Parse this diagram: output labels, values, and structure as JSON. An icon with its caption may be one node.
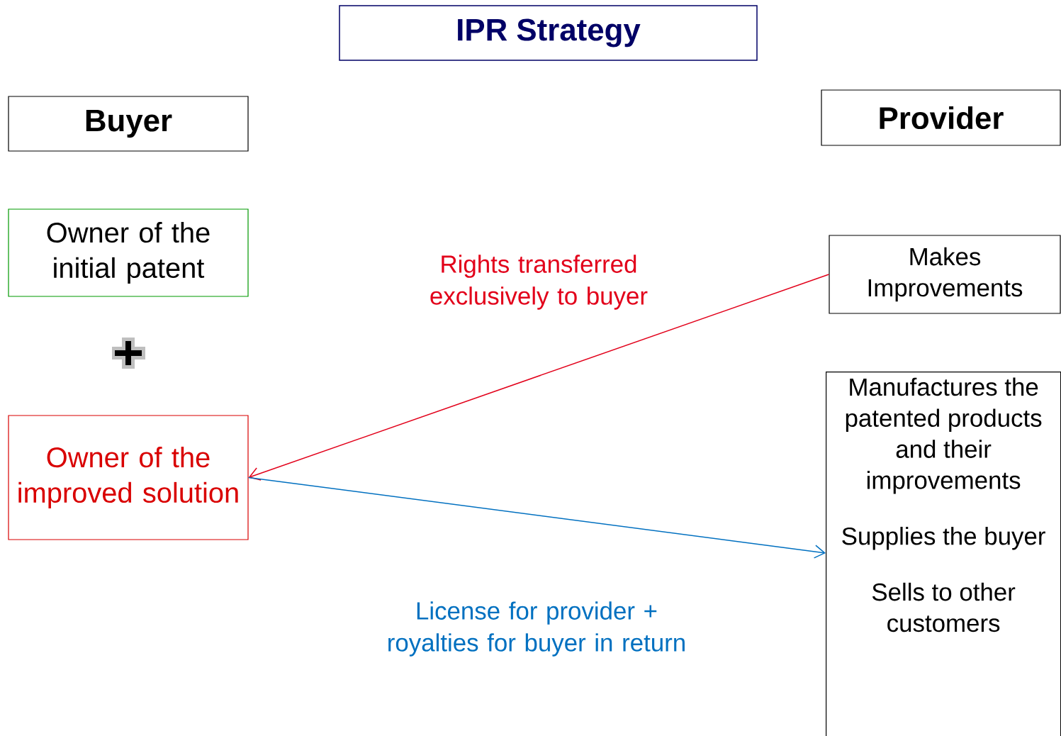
{
  "diagram": {
    "title": "IPR Strategy",
    "nodes": [
      {
        "text": [
          "Buyer"
        ]
      },
      {
        "text": [
          "Provider"
        ]
      },
      {
        "text": [
          "Owner of the initial patent"
        ]
      },
      {
        "text": [
          "Makes Improvements"
        ]
      },
      {
        "text": [
          "Owner of the improved solution"
        ]
      },
      {
        "text": [
          "Manufactures the patented products and their improvements",
          "Supplies the buyer",
          "Sells to other customers"
        ]
      }
    ],
    "edges": [
      {
        "from": 3,
        "to": 4,
        "arrow": "to",
        "label": "Rights transferred exclusively to buyer",
        "color": "#e2001a"
      },
      {
        "from": 4,
        "to": 5,
        "arrow": "to",
        "label": "License for provider + royalties for buyer in return",
        "color": "#0070c0"
      }
    ]
  }
}
